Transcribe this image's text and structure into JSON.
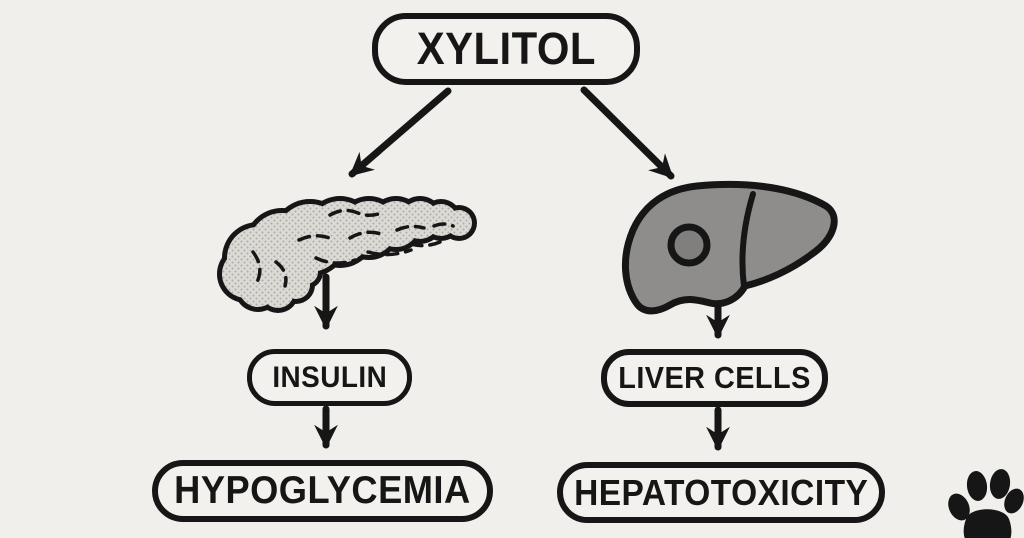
{
  "diagram": {
    "description": "Flowchart of xylitol effects: two pathways from xylitol through organs to toxic outcomes",
    "nodes": {
      "root": {
        "label": "XYLITOL"
      },
      "insulin": {
        "label": "INSULIN"
      },
      "liver_cells": {
        "label": "LIVER CELLS"
      },
      "hypoglycemia": {
        "label": "HYPOGLYCEMIA"
      },
      "hepatotoxicity": {
        "label": "HEPATOTOXICITY"
      }
    },
    "icons": {
      "pancreas": "pancreas-illustration",
      "liver": "liver-illustration",
      "paw": "paw-print-icon"
    },
    "edges": [
      {
        "from": "XYLITOL",
        "to": "pancreas"
      },
      {
        "from": "XYLITOL",
        "to": "liver"
      },
      {
        "from": "pancreas",
        "to": "INSULIN"
      },
      {
        "from": "INSULIN",
        "to": "HYPOGLYCEMIA"
      },
      {
        "from": "liver",
        "to": "LIVER CELLS"
      },
      {
        "from": "LIVER CELLS",
        "to": "HEPATOTOXICITY"
      }
    ],
    "colors": {
      "background": "#f1efeb",
      "ink": "#161616",
      "pancreas_fill": "#dcdad5",
      "pancreas_dot": "#aeaca7",
      "liver_fill": "#8e8d8b",
      "liver_spot": "#807f7d"
    }
  }
}
